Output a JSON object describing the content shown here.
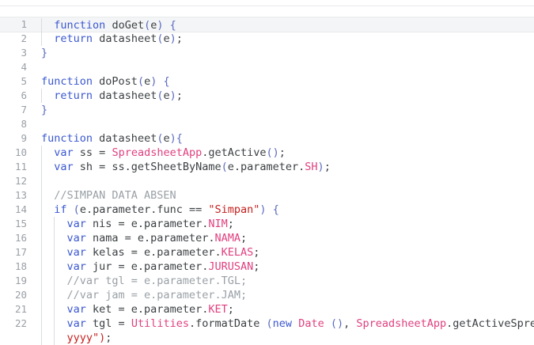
{
  "editor": {
    "language": "javascript",
    "active_line": 1,
    "colors": {
      "background": "#ffffff",
      "active_line_bg": "#f4f5f7",
      "gutter_text": "#9aa0a6",
      "keyword": "#3b58d0",
      "punctuation": "#5b6abf",
      "object": "#e0407f",
      "property": "#e0407f",
      "string": "#c5221f",
      "comment": "#9aa0a6",
      "plain_text": "#3c4043"
    },
    "lines": [
      {
        "number": "1",
        "indent": 1,
        "active": true,
        "tokens": [
          {
            "t": "  ",
            "c": "t-plain"
          },
          {
            "t": "function",
            "c": "t-kw"
          },
          {
            "t": " ",
            "c": "t-plain"
          },
          {
            "t": "doGet",
            "c": "t-fn"
          },
          {
            "t": "(",
            "c": "t-punc"
          },
          {
            "t": "e",
            "c": "t-plain"
          },
          {
            "t": ")",
            "c": "t-punc"
          },
          {
            "t": " ",
            "c": "t-plain"
          },
          {
            "t": "{",
            "c": "t-punc"
          }
        ]
      },
      {
        "number": "2",
        "indent": 1,
        "active": false,
        "tokens": [
          {
            "t": "  ",
            "c": "t-plain"
          },
          {
            "t": "return",
            "c": "t-kw"
          },
          {
            "t": " ",
            "c": "t-plain"
          },
          {
            "t": "datasheet",
            "c": "t-fn"
          },
          {
            "t": "(",
            "c": "t-punc"
          },
          {
            "t": "e",
            "c": "t-plain"
          },
          {
            "t": ")",
            "c": "t-punc"
          },
          {
            "t": ";",
            "c": "t-plain"
          }
        ]
      },
      {
        "number": "3",
        "indent": 0,
        "active": false,
        "tokens": [
          {
            "t": "}",
            "c": "t-punc"
          }
        ]
      },
      {
        "number": "4",
        "indent": 0,
        "active": false,
        "tokens": []
      },
      {
        "number": "5",
        "indent": 0,
        "active": false,
        "tokens": [
          {
            "t": "function",
            "c": "t-kw"
          },
          {
            "t": " ",
            "c": "t-plain"
          },
          {
            "t": "doPost",
            "c": "t-fn"
          },
          {
            "t": "(",
            "c": "t-punc"
          },
          {
            "t": "e",
            "c": "t-plain"
          },
          {
            "t": ")",
            "c": "t-punc"
          },
          {
            "t": " ",
            "c": "t-plain"
          },
          {
            "t": "{",
            "c": "t-punc"
          }
        ]
      },
      {
        "number": "6",
        "indent": 1,
        "active": false,
        "tokens": [
          {
            "t": "  ",
            "c": "t-plain"
          },
          {
            "t": "return",
            "c": "t-kw"
          },
          {
            "t": " ",
            "c": "t-plain"
          },
          {
            "t": "datasheet",
            "c": "t-fn"
          },
          {
            "t": "(",
            "c": "t-punc"
          },
          {
            "t": "e",
            "c": "t-plain"
          },
          {
            "t": ")",
            "c": "t-punc"
          },
          {
            "t": ";",
            "c": "t-plain"
          }
        ]
      },
      {
        "number": "7",
        "indent": 0,
        "active": false,
        "tokens": [
          {
            "t": "}",
            "c": "t-punc"
          }
        ]
      },
      {
        "number": "8",
        "indent": 0,
        "active": false,
        "tokens": []
      },
      {
        "number": "9",
        "indent": 0,
        "active": false,
        "tokens": [
          {
            "t": "function",
            "c": "t-kw"
          },
          {
            "t": " ",
            "c": "t-plain"
          },
          {
            "t": "datasheet",
            "c": "t-fn"
          },
          {
            "t": "(",
            "c": "t-punc"
          },
          {
            "t": "e",
            "c": "t-plain"
          },
          {
            "t": ")",
            "c": "t-punc"
          },
          {
            "t": "{",
            "c": "t-punc"
          }
        ]
      },
      {
        "number": "10",
        "indent": 1,
        "active": false,
        "tokens": [
          {
            "t": "  ",
            "c": "t-plain"
          },
          {
            "t": "var",
            "c": "t-kw"
          },
          {
            "t": " ss = ",
            "c": "t-plain"
          },
          {
            "t": "SpreadsheetApp",
            "c": "t-obj"
          },
          {
            "t": ".getActive",
            "c": "t-plain"
          },
          {
            "t": "()",
            "c": "t-punc"
          },
          {
            "t": ";",
            "c": "t-plain"
          }
        ]
      },
      {
        "number": "11",
        "indent": 1,
        "active": false,
        "tokens": [
          {
            "t": "  ",
            "c": "t-plain"
          },
          {
            "t": "var",
            "c": "t-kw"
          },
          {
            "t": " sh = ss.getSheetByName",
            "c": "t-plain"
          },
          {
            "t": "(",
            "c": "t-punc"
          },
          {
            "t": "e.parameter.",
            "c": "t-plain"
          },
          {
            "t": "SH",
            "c": "t-prop"
          },
          {
            "t": ")",
            "c": "t-punc"
          },
          {
            "t": ";",
            "c": "t-plain"
          }
        ]
      },
      {
        "number": "12",
        "indent": 1,
        "active": false,
        "tokens": []
      },
      {
        "number": "13",
        "indent": 1,
        "active": false,
        "tokens": [
          {
            "t": "  //SIMPAN DATA ABSEN",
            "c": "t-cmt"
          }
        ]
      },
      {
        "number": "14",
        "indent": 1,
        "active": false,
        "tokens": [
          {
            "t": "  ",
            "c": "t-plain"
          },
          {
            "t": "if",
            "c": "t-kw"
          },
          {
            "t": " ",
            "c": "t-plain"
          },
          {
            "t": "(",
            "c": "t-punc"
          },
          {
            "t": "e.parameter.func == ",
            "c": "t-plain"
          },
          {
            "t": "\"Simpan\"",
            "c": "t-str"
          },
          {
            "t": ")",
            "c": "t-punc"
          },
          {
            "t": " ",
            "c": "t-plain"
          },
          {
            "t": "{",
            "c": "t-punc"
          }
        ]
      },
      {
        "number": "15",
        "indent": 2,
        "active": false,
        "tokens": [
          {
            "t": "    ",
            "c": "t-plain"
          },
          {
            "t": "var",
            "c": "t-kw"
          },
          {
            "t": " nis = e.parameter.",
            "c": "t-plain"
          },
          {
            "t": "NIM",
            "c": "t-prop"
          },
          {
            "t": ";",
            "c": "t-plain"
          }
        ]
      },
      {
        "number": "16",
        "indent": 2,
        "active": false,
        "tokens": [
          {
            "t": "    ",
            "c": "t-plain"
          },
          {
            "t": "var",
            "c": "t-kw"
          },
          {
            "t": " nama = e.parameter.",
            "c": "t-plain"
          },
          {
            "t": "NAMA",
            "c": "t-prop"
          },
          {
            "t": ";",
            "c": "t-plain"
          }
        ]
      },
      {
        "number": "17",
        "indent": 2,
        "active": false,
        "tokens": [
          {
            "t": "    ",
            "c": "t-plain"
          },
          {
            "t": "var",
            "c": "t-kw"
          },
          {
            "t": " kelas = e.parameter.",
            "c": "t-plain"
          },
          {
            "t": "KELAS",
            "c": "t-prop"
          },
          {
            "t": ";",
            "c": "t-plain"
          }
        ]
      },
      {
        "number": "18",
        "indent": 2,
        "active": false,
        "tokens": [
          {
            "t": "    ",
            "c": "t-plain"
          },
          {
            "t": "var",
            "c": "t-kw"
          },
          {
            "t": " jur = e.parameter.",
            "c": "t-plain"
          },
          {
            "t": "JURUSAN",
            "c": "t-prop"
          },
          {
            "t": ";",
            "c": "t-plain"
          }
        ]
      },
      {
        "number": "19",
        "indent": 2,
        "active": false,
        "tokens": [
          {
            "t": "    //var tgl = e.parameter.TGL;",
            "c": "t-cmt"
          }
        ]
      },
      {
        "number": "20",
        "indent": 2,
        "active": false,
        "tokens": [
          {
            "t": "    //var jam = e.parameter.JAM;",
            "c": "t-cmt"
          }
        ]
      },
      {
        "number": "21",
        "indent": 2,
        "active": false,
        "tokens": [
          {
            "t": "    ",
            "c": "t-plain"
          },
          {
            "t": "var",
            "c": "t-kw"
          },
          {
            "t": " ket = e.parameter.",
            "c": "t-plain"
          },
          {
            "t": "KET",
            "c": "t-prop"
          },
          {
            "t": ";",
            "c": "t-plain"
          }
        ]
      },
      {
        "number": "22",
        "indent": 2,
        "active": false,
        "tokens": [
          {
            "t": "    ",
            "c": "t-plain"
          },
          {
            "t": "var",
            "c": "t-kw"
          },
          {
            "t": " tgl = ",
            "c": "t-plain"
          },
          {
            "t": "Utilities",
            "c": "t-obj"
          },
          {
            "t": ".formatDate ",
            "c": "t-plain"
          },
          {
            "t": "(",
            "c": "t-punc"
          },
          {
            "t": "new",
            "c": "t-kw"
          },
          {
            "t": " ",
            "c": "t-plain"
          },
          {
            "t": "Date",
            "c": "t-obj"
          },
          {
            "t": " ",
            "c": "t-plain"
          },
          {
            "t": "()",
            "c": "t-punc"
          },
          {
            "t": ", ",
            "c": "t-plain"
          },
          {
            "t": "SpreadsheetApp",
            "c": "t-obj"
          },
          {
            "t": ".getActiveSpreads",
            "c": "t-plain"
          }
        ]
      },
      {
        "number": "",
        "indent": 2,
        "active": false,
        "wrapped": true,
        "tokens": [
          {
            "t": "    ",
            "c": "t-plain"
          },
          {
            "t": "yyyy\")",
            "c": "t-str"
          },
          {
            "t": ";",
            "c": "t-plain"
          }
        ]
      }
    ]
  }
}
